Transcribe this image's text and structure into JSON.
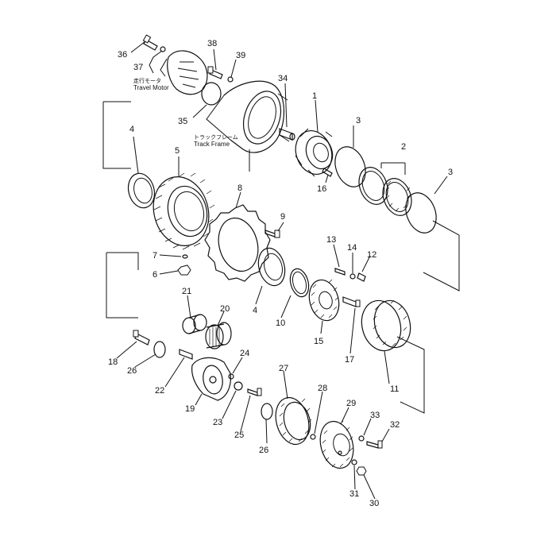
{
  "diagram": {
    "annotations": {
      "travel_motor_jp": "走行モータ",
      "travel_motor_en": "Travel Motor",
      "track_frame_jp": "トラックフレーム",
      "track_frame_en": "Track Frame"
    },
    "callouts": {
      "c1": "1",
      "c2": "2",
      "c3a": "3",
      "c3b": "3",
      "c4a": "4",
      "c4b": "4",
      "c5": "5",
      "c6": "6",
      "c7": "7",
      "c8": "8",
      "c9": "9",
      "c10": "10",
      "c11": "11",
      "c12": "12",
      "c13": "13",
      "c14": "14",
      "c15": "15",
      "c16": "16",
      "c17": "17",
      "c18": "18",
      "c19": "19",
      "c20": "20",
      "c21": "21",
      "c22": "22",
      "c23": "23",
      "c24": "24",
      "c25": "25",
      "c26a": "26",
      "c26b": "26",
      "c27": "27",
      "c28": "28",
      "c29": "29",
      "c30": "30",
      "c31": "31",
      "c32": "32",
      "c33": "33",
      "c34": "34",
      "c35": "35",
      "c36": "36",
      "c37": "37",
      "c38": "38",
      "c39": "39"
    }
  }
}
